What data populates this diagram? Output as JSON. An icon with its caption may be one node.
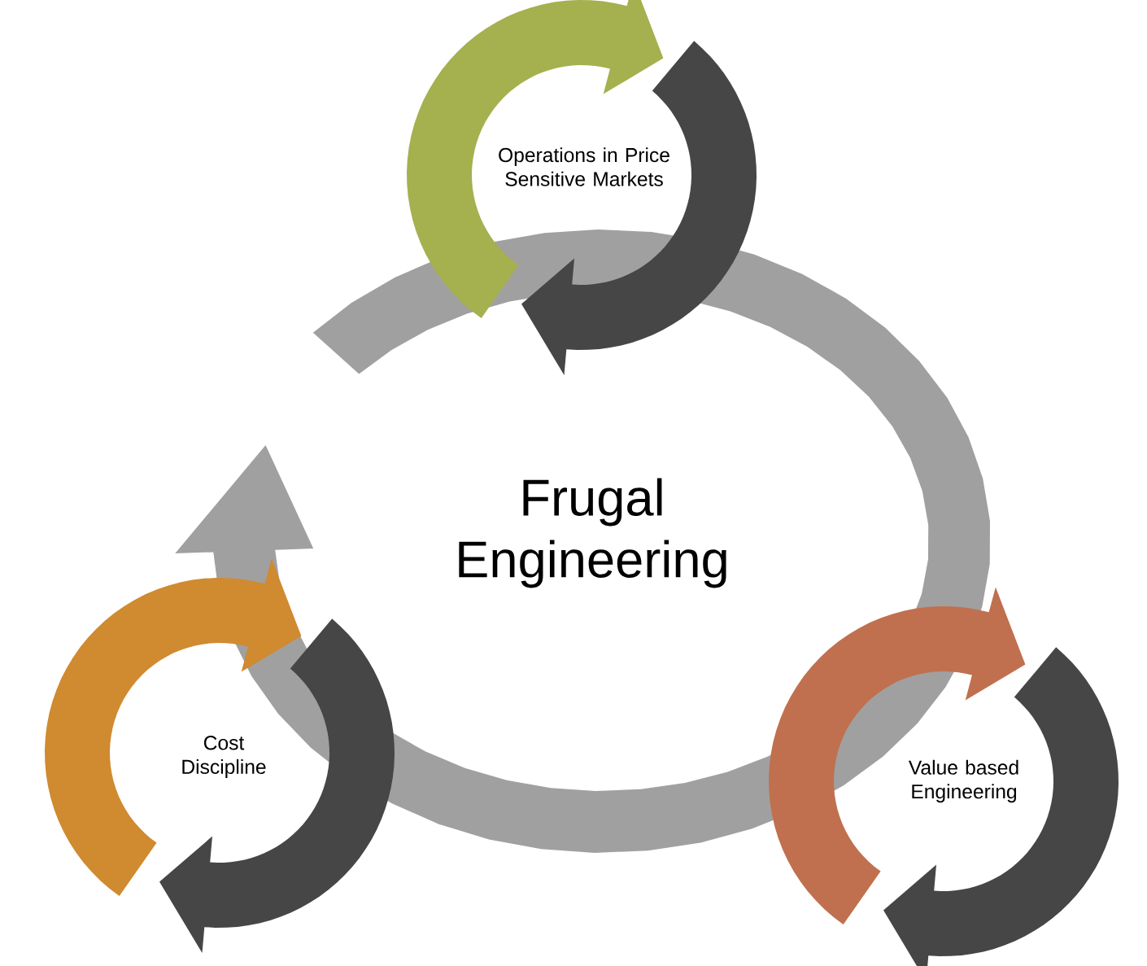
{
  "diagram": {
    "nodes": [
      {
        "text": [
          "Frugal Engineering"
        ]
      },
      {
        "text": [
          "Operations in Price Sensitive Markets"
        ]
      },
      {
        "text": [
          "Cost Discipline"
        ]
      },
      {
        "text": [
          "Value based Engineering"
        ]
      }
    ]
  }
}
